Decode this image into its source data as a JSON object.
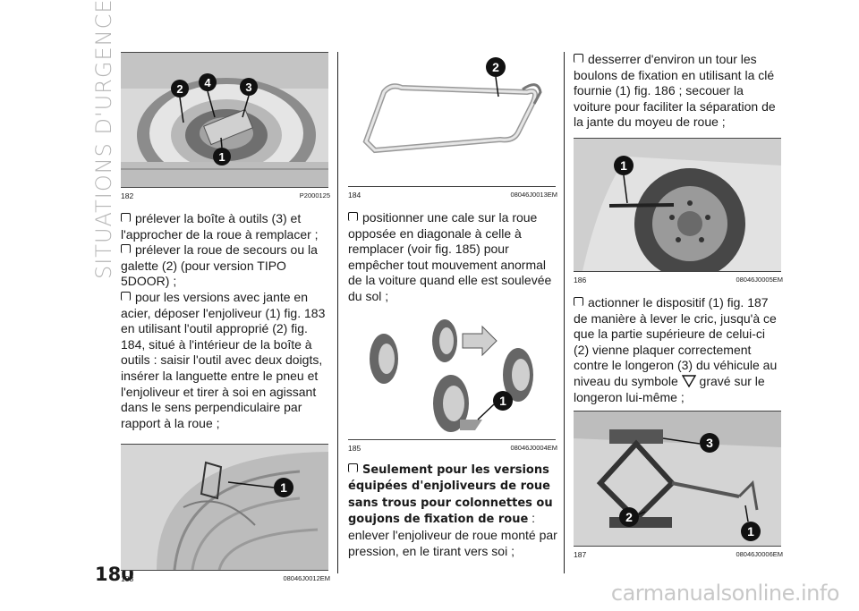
{
  "section_title": "SITUATIONS D'URGENCE",
  "page_number": "180",
  "footer_watermark": "carmanualsonline.info",
  "figures": {
    "f182": {
      "num": "182",
      "code": "P2000125",
      "callouts": [
        "2",
        "4",
        "3",
        "1"
      ]
    },
    "f183": {
      "num": "183",
      "code": "08046J0012EM",
      "callouts": [
        "1"
      ]
    },
    "f184": {
      "num": "184",
      "code": "08046J0013EM",
      "callouts": [
        "2"
      ]
    },
    "f185": {
      "num": "185",
      "code": "08046J0004EM",
      "callouts": [
        "1"
      ]
    },
    "f186": {
      "num": "186",
      "code": "08046J0005EM",
      "callouts": [
        "1"
      ]
    },
    "f187": {
      "num": "187",
      "code": "08046J0006EM",
      "callouts": [
        "3",
        "2",
        "1"
      ]
    }
  },
  "col1": {
    "p1": "prélever la boîte à outils (3) et l'approcher de la roue à remplacer ;",
    "p2": "prélever la roue de secours ou la galette (2) (pour version TIPO 5DOOR) ;",
    "p3": "pour les versions avec jante en acier, déposer l'enjoliveur (1) fig. 183 en utilisant l'outil approprié (2) fig. 184, situé à l'intérieur de la boîte à outils : saisir l'outil avec deux doigts, insérer la languette entre le pneu et l'enjoliveur et tirer à soi en agissant dans le sens perpendiculaire par rapport à la roue ;"
  },
  "col2": {
    "p1": "positionner une cale sur la roue opposée en diagonale à celle à remplacer (voir fig. 185) pour empêcher tout mouvement anormal de la voiture quand elle est soulevée du sol ;",
    "p2_bold": "Seulement pour les versions équipées d'enjoliveurs de roue sans trous pour colonnettes ou goujons de fixation de roue",
    "p2_rest": " : enlever l'enjoliveur de roue monté par pression, en le tirant vers soi ;"
  },
  "col3": {
    "p1": "desserrer d'environ un tour les boulons de fixation en utilisant la clé fournie (1) fig. 186 ; secouer la voiture pour faciliter la séparation de la jante du moyeu de roue ;",
    "p2_a": "actionner le dispositif (1) fig. 187 de manière à lever le cric, jusqu'à ce que la partie supérieure de celui-ci (2) vienne plaquer correctement contre le longeron (3) du véhicule au niveau du symbole",
    "p2_b": "gravé sur le longeron lui-même ;"
  }
}
